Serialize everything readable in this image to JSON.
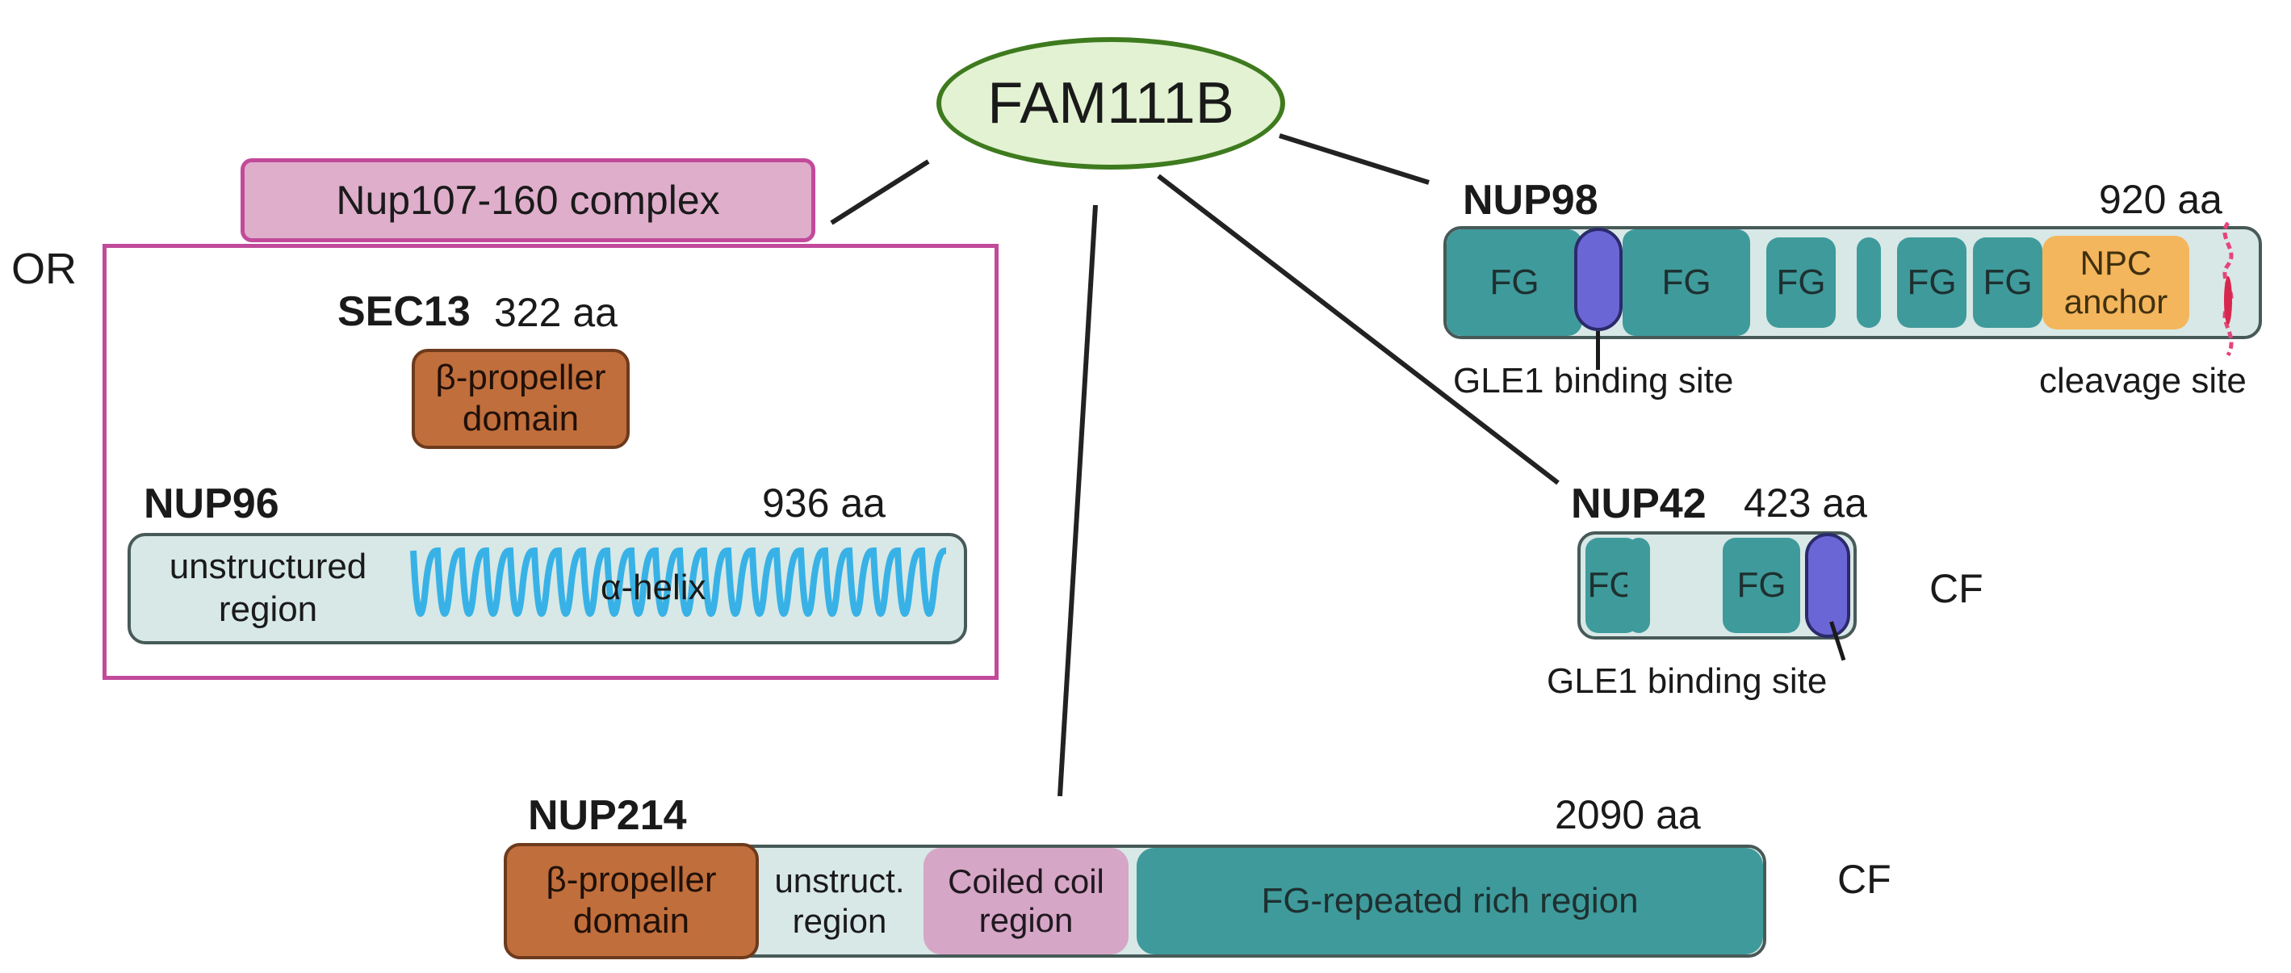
{
  "hub": {
    "label": "FAM111B"
  },
  "complex": {
    "label": "Nup107-160 complex",
    "or_label": "OR"
  },
  "sec13": {
    "name": "SEC13",
    "length": "322 aa",
    "domain_label": "β-propeller domain"
  },
  "nup96": {
    "name": "NUP96",
    "length": "936 aa",
    "region_label": "unstructured region",
    "helix_label": "α-helix"
  },
  "nup98": {
    "name": "NUP98",
    "length": "920 aa",
    "fg_label": "FG",
    "anchor_label": "NPC anchor",
    "gle1_label": "GLE1 binding site",
    "cleavage_label": "cleavage site"
  },
  "nup42": {
    "name": "NUP42",
    "length": "423 aa",
    "fg_label": "FG",
    "gle1_label": "GLE1 binding site",
    "tag": "CF"
  },
  "nup214": {
    "name": "NUP214",
    "length": "2090 aa",
    "domain_label": "β-propeller domain",
    "unstruct_label": "unstruct. region",
    "coil_label": "Coiled coil region",
    "fg_label": "FG-repeated rich region",
    "tag": "CF"
  },
  "colors": {
    "hub_fill": "#e2f2d2",
    "hub_border": "#3e7a1e",
    "complex_border": "#c24a9a",
    "fg": "#3f9a9b",
    "gle1": "#6a66d6",
    "propeller": "#c06e3c",
    "helix": "#38b2e6",
    "anchor": "#f4b65c",
    "coil": "#d6a6c6"
  }
}
